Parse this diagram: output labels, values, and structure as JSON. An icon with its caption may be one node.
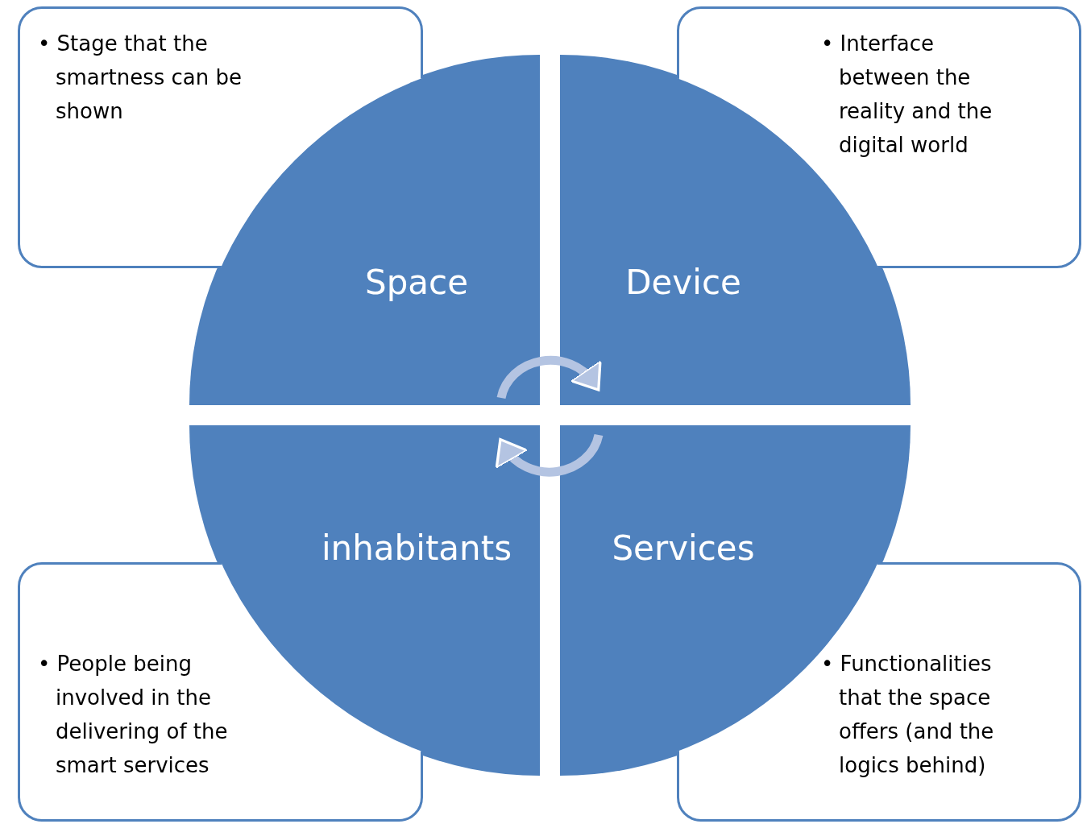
{
  "diagram": {
    "nodes": [
      {
        "text": [
          "• Stage that the smartness can be shown"
        ]
      },
      {
        "text": [
          "• Interface between the reality and the digital world"
        ]
      },
      {
        "text": [
          "Space"
        ]
      },
      {
        "text": [
          "Device"
        ]
      },
      {
        "text": [
          "inhabitants"
        ]
      },
      {
        "text": [
          "Services"
        ]
      },
      {
        "text": [
          "• People being involved in the delivering of the smart services"
        ]
      },
      {
        "text": [
          "• Functionalities that the space offers (and the logics behind)"
        ]
      }
    ],
    "edges": [
      {
        "from": 2,
        "to": 3,
        "arrow": "to"
      },
      {
        "from": 5,
        "to": 4,
        "arrow": "to"
      }
    ]
  }
}
